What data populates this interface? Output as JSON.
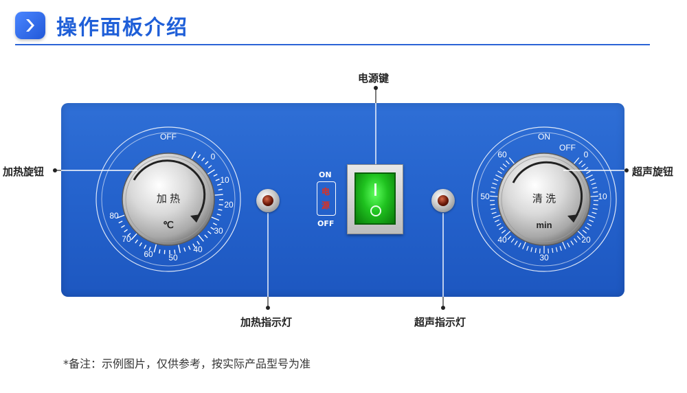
{
  "header": {
    "title": "操作面板介绍",
    "icon": "chevron-right-icon"
  },
  "colors": {
    "accent": "#1f5fd8",
    "panel": "#2462cc",
    "switch_green": "#1fc21f",
    "power_text": "#e0301e"
  },
  "callouts": {
    "power_key": "电源键",
    "heat_knob": "加热旋钮",
    "ultrasonic_knob": "超声旋钮",
    "heat_indicator": "加热指示灯",
    "ultrasonic_indicator": "超声指示灯"
  },
  "heat_dial": {
    "off": "OFF",
    "knob_text": "加 热",
    "unit": "℃",
    "scale": [
      "0",
      "10",
      "20",
      "30",
      "40",
      "50",
      "60",
      "70",
      "80"
    ]
  },
  "ultrasonic_dial": {
    "on": "ON",
    "off": "OFF",
    "knob_text": "清 洗",
    "unit": "min",
    "scale": [
      "0",
      "10",
      "20",
      "30",
      "40",
      "50",
      "60"
    ]
  },
  "power_switch": {
    "on": "ON",
    "off": "OFF",
    "label_top": "电",
    "label_bottom": "源"
  },
  "footnote": "*备注：示例图片，仅供参考，按实际产品型号为准"
}
